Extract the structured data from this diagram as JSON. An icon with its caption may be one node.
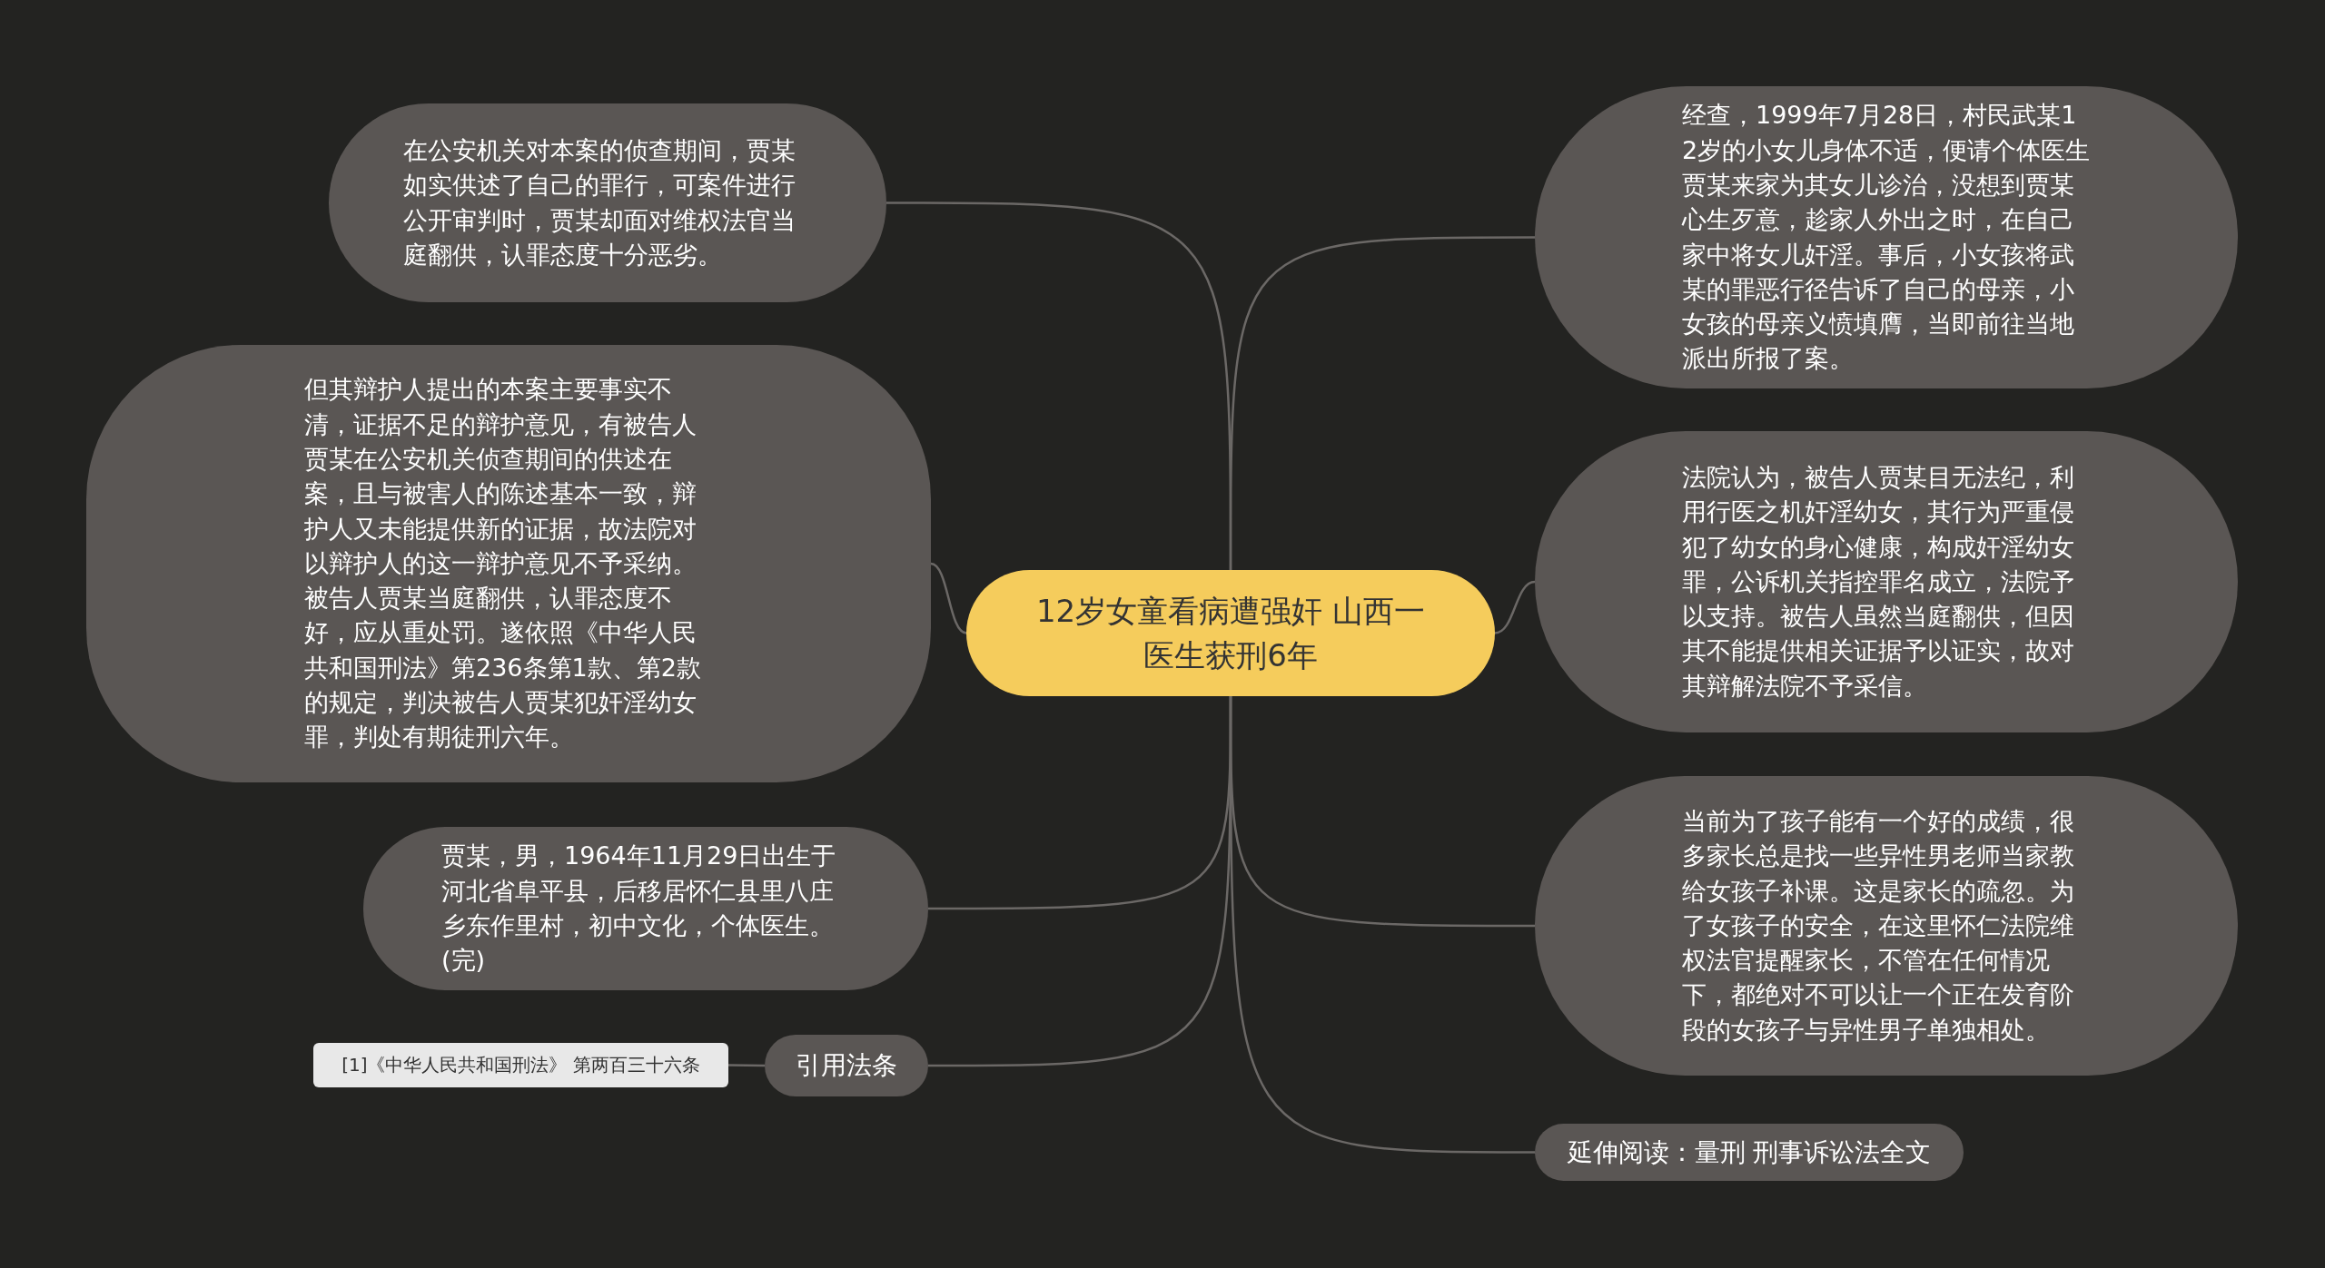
{
  "diagram": {
    "nodes": [
      {
        "text": [
          "12岁女童看病遭强奸 山西一医生获刑6年"
        ]
      },
      {
        "text": [
          "在公安机关对本案的侦查期间，贾某如实供述了自己的罪行，可案件进行公开审判时，贾某却面对维权法官当庭翻供，认罪态度十分恶劣。"
        ]
      },
      {
        "text": [
          "但其辩护人提出的本案主要事实不清，证据不足的辩护意见，有被告人贾某在公安机关侦查期间的供述在案，且与被害人的陈述基本一致，辩护人又未能提供新的证据，故法院对以辩护人的这一辩护意见不予采纳。被告人贾某当庭翻供，认罪态度不好，应从重处罚。遂依照《中华人民共和国刑法》第236条第1款、第2款的规定，判决被告人贾某犯奸淫幼女罪，判处有期徒刑六年。"
        ]
      },
      {
        "text": [
          "贾某，男，1964年11月29日出生于河北省阜平县，后移居怀仁县里八庄乡东作里村，初中文化，个体医生。(完)"
        ]
      },
      {
        "text": [
          "引用法条"
        ]
      },
      {
        "text": [
          "[1]《中华人民共和国刑法》 第两百三十六条"
        ]
      },
      {
        "text": [
          "经查，1999年7月28日，村民武某12岁的小女儿身体不适，便请个体医生贾某来家为其女儿诊治，没想到贾某心生歹意，趁家人外出之时，在自己家中将女儿奸淫。事后，小女孩将武某的罪恶行径告诉了自己的母亲，小女孩的母亲义愤填膺，当即前往当地派出所报了案。"
        ]
      },
      {
        "text": [
          "法院认为，被告人贾某目无法纪，利用行医之机奸淫幼女，其行为严重侵犯了幼女的身心健康，构成奸淫幼女罪，公诉机关指控罪名成立，法院予以支持。被告人虽然当庭翻供，但因其不能提供相关证据予以证实，故对其辩解法院不予采信。"
        ]
      },
      {
        "text": [
          "当前为了孩子能有一个好的成绩，很多家长总是找一些异性男老师当家教给女孩子补课。这是家长的疏忽。为了女孩子的安全，在这里怀仁法院维权法官提醒家长，不管在任何情况下，都绝对不可以让一个正在发育阶段的女孩子与异性男子单独相处。"
        ]
      },
      {
        "text": [
          "延伸阅读：量刑 刑事诉讼法全文"
        ]
      }
    ],
    "edges": [
      {
        "from": 0,
        "to": 1,
        "arrow": "none"
      },
      {
        "from": 0,
        "to": 2,
        "arrow": "none"
      },
      {
        "from": 0,
        "to": 3,
        "arrow": "none"
      },
      {
        "from": 0,
        "to": 4,
        "arrow": "none"
      },
      {
        "from": 4,
        "to": 5,
        "arrow": "none"
      },
      {
        "from": 0,
        "to": 6,
        "arrow": "none"
      },
      {
        "from": 0,
        "to": 7,
        "arrow": "none"
      },
      {
        "from": 0,
        "to": 8,
        "arrow": "none"
      },
      {
        "from": 0,
        "to": 9,
        "arrow": "none"
      }
    ]
  }
}
